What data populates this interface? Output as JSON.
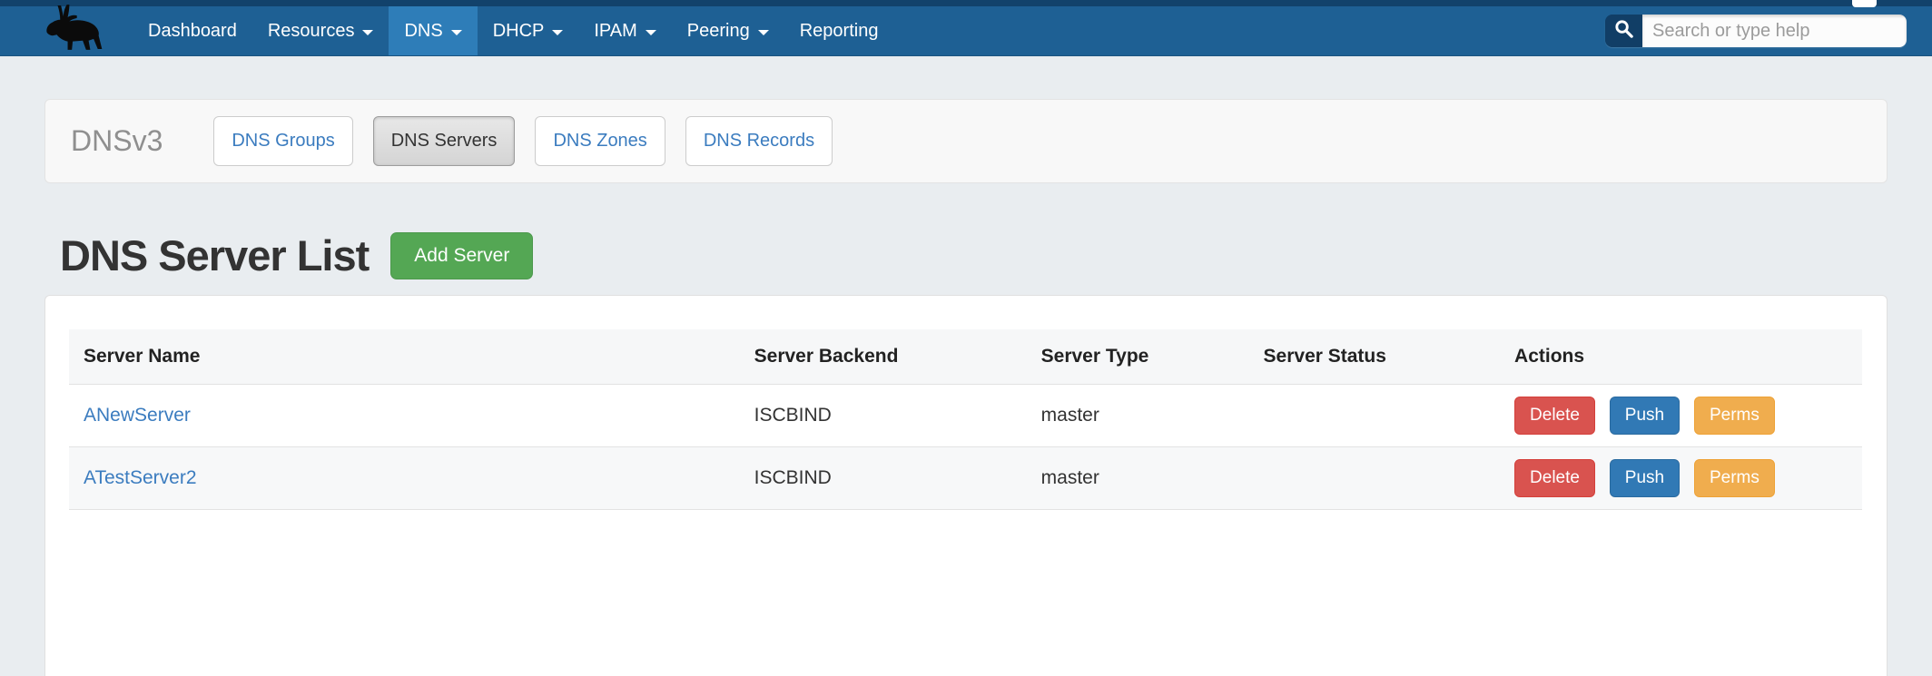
{
  "navbar": {
    "logo_icon": "moose-logo-icon",
    "items": [
      {
        "label": "Dashboard",
        "caret": false,
        "active": false
      },
      {
        "label": "Resources",
        "caret": true,
        "active": false
      },
      {
        "label": "DNS",
        "caret": true,
        "active": true
      },
      {
        "label": "DHCP",
        "caret": true,
        "active": false
      },
      {
        "label": "IPAM",
        "caret": true,
        "active": false
      },
      {
        "label": "Peering",
        "caret": true,
        "active": false
      },
      {
        "label": "Reporting",
        "caret": false,
        "active": false
      }
    ],
    "search": {
      "placeholder": "Search or type help",
      "value": "",
      "icon": "search-icon"
    }
  },
  "subnav": {
    "title": "DNSv3",
    "buttons": [
      {
        "label": "DNS Groups",
        "active": false
      },
      {
        "label": "DNS Servers",
        "active": true
      },
      {
        "label": "DNS Zones",
        "active": false
      },
      {
        "label": "DNS Records",
        "active": false
      }
    ]
  },
  "page": {
    "title": "DNS Server List",
    "add_button": "Add Server"
  },
  "table": {
    "columns": [
      "Server Name",
      "Server Backend",
      "Server Type",
      "Server Status",
      "Actions"
    ],
    "rows": [
      {
        "name": "ANewServer",
        "backend": "ISCBIND",
        "type": "master",
        "status": "",
        "actions": [
          "Delete",
          "Push",
          "Perms"
        ]
      },
      {
        "name": "ATestServer2",
        "backend": "ISCBIND",
        "type": "master",
        "status": "",
        "actions": [
          "Delete",
          "Push",
          "Perms"
        ]
      }
    ]
  },
  "colors": {
    "top_strip": "#12426b",
    "navbar": "#1e6094",
    "navbar_active": "#2e7db8",
    "search_icon_box": "#113e66",
    "page_background": "#e9edf0",
    "panel_background": "#f8f8f8",
    "link_blue": "#3b7cbf",
    "add_green": "#54a754",
    "delete_red": "#d9534f",
    "push_blue": "#3179b5",
    "perms_orange": "#f0ad4e",
    "heading_text": "#333333",
    "table_stripe": "#f7f8f9"
  }
}
